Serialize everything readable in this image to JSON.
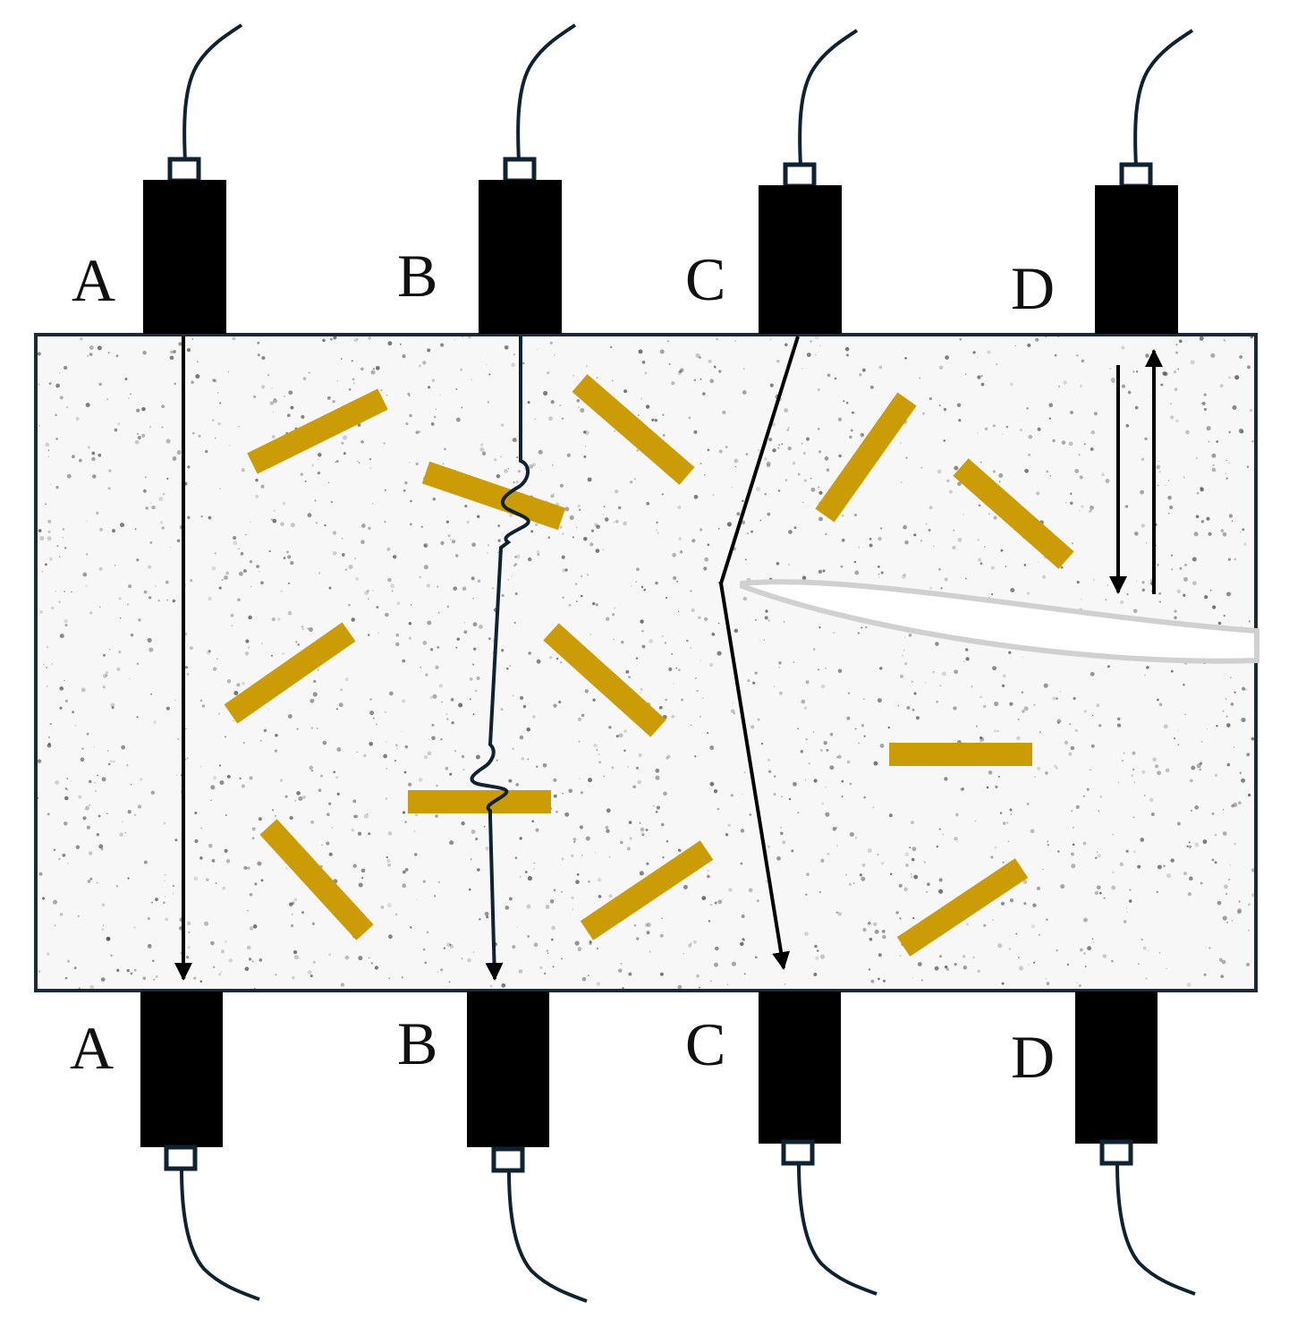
{
  "transducers": {
    "top": [
      {
        "label": "A"
      },
      {
        "label": "B"
      },
      {
        "label": "C"
      },
      {
        "label": "D"
      }
    ],
    "bottom": [
      {
        "label": "A"
      },
      {
        "label": "B"
      },
      {
        "label": "C"
      },
      {
        "label": "D"
      }
    ]
  },
  "colors": {
    "transducer": "#000000",
    "cable": "#0f2230",
    "fiber": "#cc9c06",
    "specimen_border": "#1a2a36",
    "specimen_fill": "#f7f7f7",
    "speckle": "#3a3a3a",
    "crack": "#d0d0d0",
    "wave_path": "#000000"
  },
  "icons": [
    "transducer-icon",
    "cable-icon",
    "wave-path-arrow-icon",
    "steel-fiber-icon",
    "crack-icon"
  ]
}
